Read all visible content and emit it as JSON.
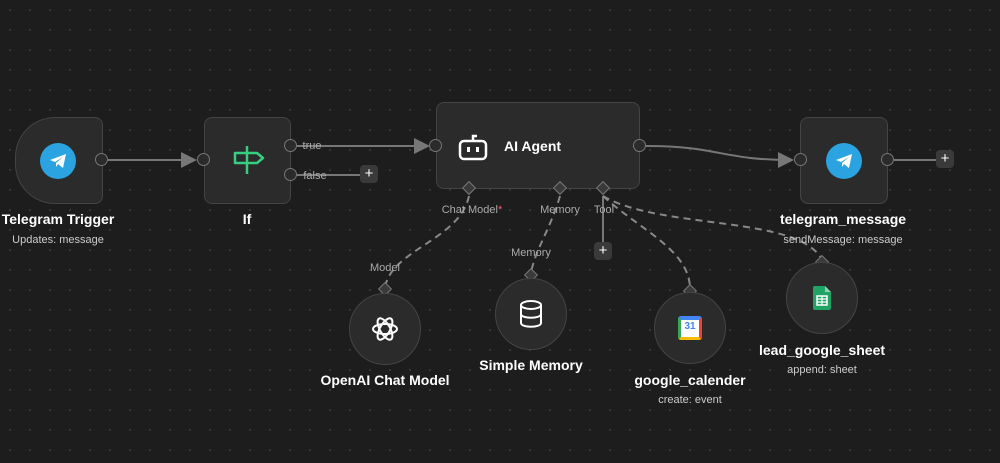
{
  "nodes": {
    "telegram_trigger": {
      "title": "Telegram Trigger",
      "subtitle": "Updates: message"
    },
    "if": {
      "title": "If",
      "outputs": [
        "true",
        "false"
      ]
    },
    "ai_agent": {
      "title": "AI Agent",
      "ports": {
        "chat_model": "Chat Model",
        "required_mark": "*",
        "memory": "Memory",
        "tool": "Tool"
      }
    },
    "telegram_message": {
      "title": "telegram_message",
      "subtitle": "sendMessage: message"
    },
    "openai_chat_model": {
      "title": "OpenAI Chat Model",
      "port": "Model"
    },
    "simple_memory": {
      "title": "Simple Memory",
      "port": "Memory"
    },
    "google_calender": {
      "title": "google_calender",
      "subtitle": "create: event",
      "icon_text": "31"
    },
    "lead_google_sheet": {
      "title": "lead_google_sheet",
      "subtitle": "append: sheet"
    }
  },
  "plus_label": "+",
  "colors": {
    "telegram": "#2aa3e0",
    "if_icon": "#35d07f",
    "sheets": "#1fa463",
    "required": "#ff5566"
  }
}
